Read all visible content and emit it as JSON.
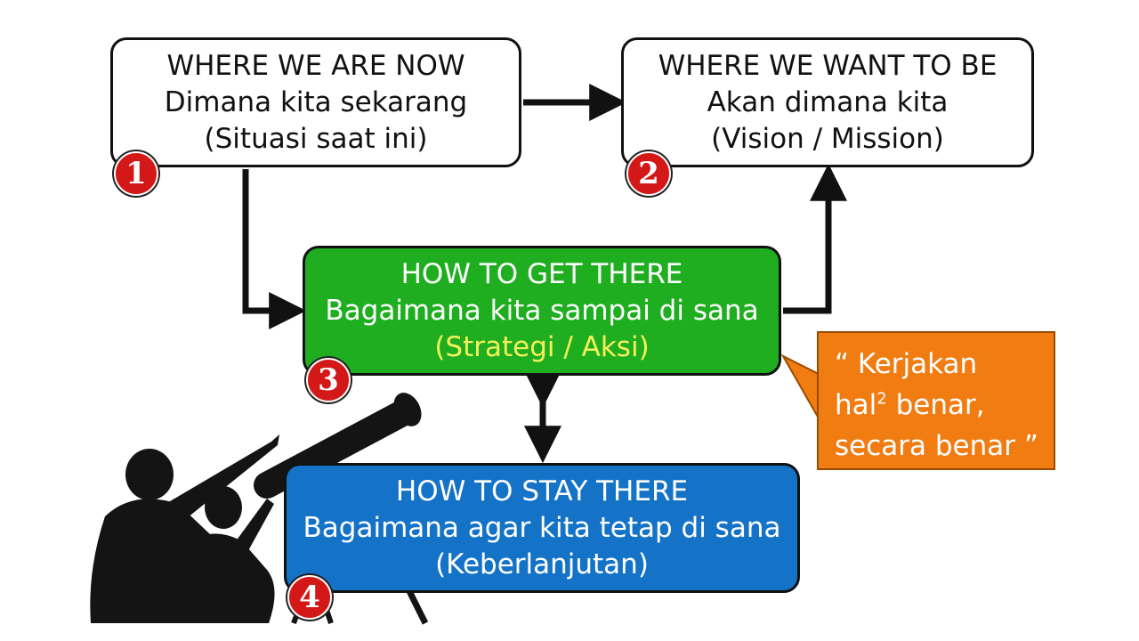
{
  "boxes": {
    "now": {
      "title": "WHERE WE ARE NOW",
      "subtitle": "Dimana kita sekarang",
      "note": "(Situasi saat ini)",
      "badge": "1",
      "background": "#ffffff"
    },
    "want": {
      "title": "WHERE WE WANT TO BE",
      "subtitle": "Akan dimana kita",
      "note": "(Vision / Mission)",
      "badge": "2",
      "background": "#ffffff"
    },
    "get": {
      "title": "HOW TO GET THERE",
      "subtitle": "Bagaimana kita sampai di sana",
      "note": "(Strategi / Aksi)",
      "badge": "3",
      "background": "#1fae1f",
      "note_color": "#f5f05a"
    },
    "stay": {
      "title": "HOW TO STAY THERE",
      "subtitle": "Bagaimana agar kita tetap di sana",
      "note": "(Keberlanjutan)",
      "badge": "4",
      "background": "#1472c7"
    }
  },
  "callout": {
    "line1": "“ Kerjakan",
    "line2_pre": "hal",
    "line2_sup": "2",
    "line2_post": " benar,",
    "line3": "secara benar ”",
    "background": "#f07c12"
  },
  "badge_color": "#d41818",
  "illustration": "silhouette-stargazers-telescope-icon"
}
